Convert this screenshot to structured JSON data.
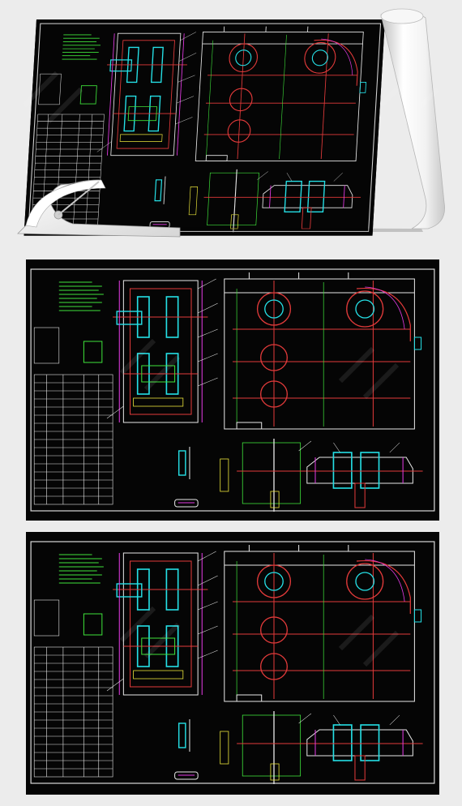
{
  "panels": [
    {
      "id": "perspective",
      "kind": "rolled-sheet-with-protractor"
    },
    {
      "id": "sheet-1",
      "kind": "flat-drawing"
    },
    {
      "id": "sheet-2",
      "kind": "flat-drawing"
    }
  ],
  "colors": {
    "background": "#ececec",
    "sheet": "#050505",
    "frame": "#d8d8d8",
    "cyan": "#25e0e6",
    "green": "#3ee23a",
    "red": "#e23a3a",
    "magenta": "#e43ae4",
    "white": "#e6e6e6",
    "yellow": "#e8e23a"
  }
}
